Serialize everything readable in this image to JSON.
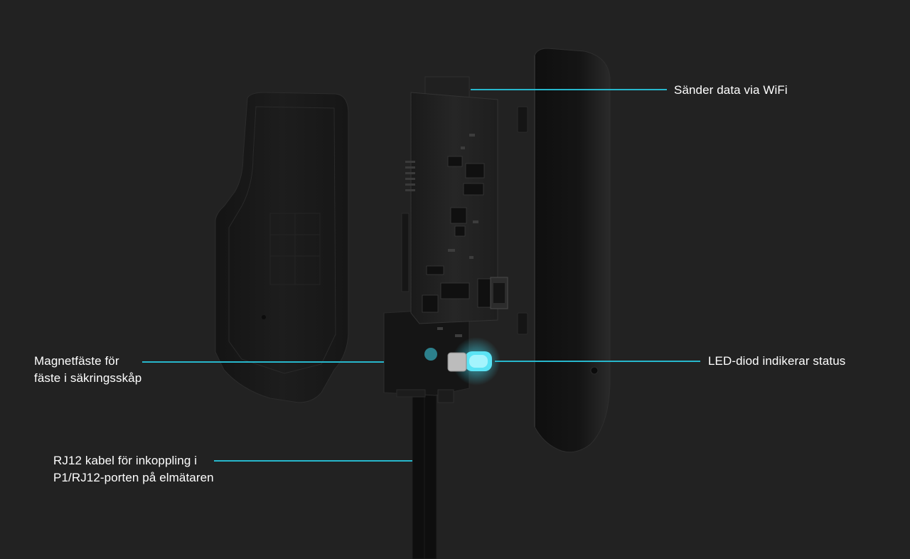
{
  "colors": {
    "background": "#222222",
    "accent_line": "#27b7cc",
    "led_glow": "#3fd9ee",
    "text": "#ffffff"
  },
  "callouts": {
    "wifi": "Sänder data via WiFi",
    "led": "LED-diod indikerar status",
    "magnet": {
      "line1": "Magnetfäste för",
      "line2": "fäste i säkringsskåp"
    },
    "rj12": {
      "line1": "RJ12 kabel för inkoppling i",
      "line2": "P1/RJ12-porten på elmätaren"
    }
  }
}
